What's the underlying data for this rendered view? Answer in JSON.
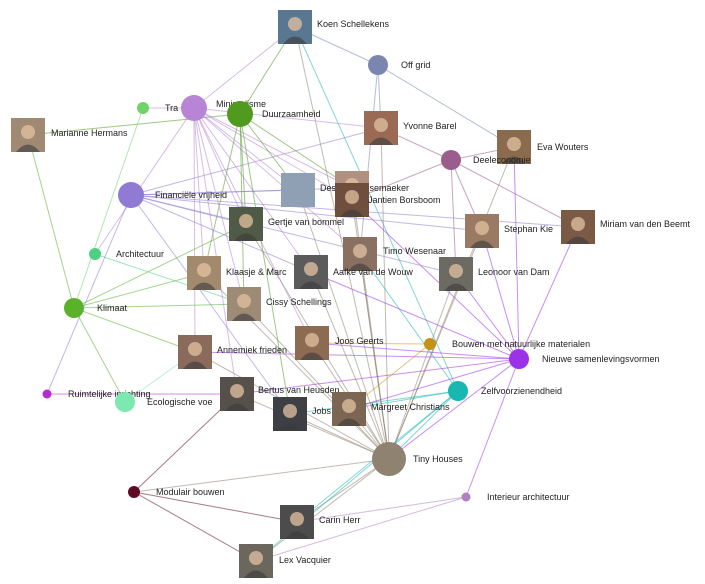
{
  "graph": {
    "topics": [
      {
        "id": "off-grid",
        "label": "Off grid",
        "color": "#7a86b0",
        "size": "medium"
      },
      {
        "id": "minimalisme",
        "label": "Minimalisme",
        "color": "#b784d6",
        "size": "large"
      },
      {
        "id": "tra",
        "label": "Tra",
        "color": "#6fd36a",
        "size": "small"
      },
      {
        "id": "duurzaamheid",
        "label": "Duurzaamheid",
        "color": "#4f9a1f",
        "size": "large"
      },
      {
        "id": "deeleconomie",
        "label": "Deeleconomie",
        "color": "#9a5d8c",
        "size": "medium"
      },
      {
        "id": "financiele-vrijheid",
        "label": "Financiële vrijheid",
        "color": "#8f7ad4",
        "size": "large"
      },
      {
        "id": "architectuur",
        "label": "Architectuur",
        "color": "#4fcf83",
        "size": "small"
      },
      {
        "id": "klimaat",
        "label": "Klimaat",
        "color": "#5ab22a",
        "size": "medium"
      },
      {
        "id": "bouwen-natuurlijk",
        "label": "Bouwen met natuurlijke materialen",
        "color": "#c4911a",
        "size": "small"
      },
      {
        "id": "nieuwe-samenleving",
        "label": "Nieuwe samenlevingsvormen",
        "color": "#9b32e8",
        "size": "medium"
      },
      {
        "id": "zelfvoorzienend",
        "label": "Zelfvoorzienendheid",
        "color": "#19b7b0",
        "size": "medium"
      },
      {
        "id": "ruimtelijke",
        "label": "Ruimtelijke inrichting",
        "color": "#b42ccf",
        "size": "tiny"
      },
      {
        "id": "ecologische",
        "label": "Ecologische voe",
        "color": "#7de8b0",
        "size": "medium"
      },
      {
        "id": "tiny-houses",
        "label": "Tiny Houses",
        "color": "#8f8270",
        "size": "xlarge"
      },
      {
        "id": "modulair",
        "label": "Modulair bouwen",
        "color": "#5e0c25",
        "size": "small"
      },
      {
        "id": "interieur",
        "label": "Interieur architectuur",
        "color": "#b27ec4",
        "size": "tiny"
      }
    ],
    "people": [
      {
        "id": "koen",
        "label": "Koen Schellekens",
        "photo": "#5a7792"
      },
      {
        "id": "yvonne",
        "label": "Yvonne Barel",
        "photo": "#9a6a55"
      },
      {
        "id": "eva",
        "label": "Eva Wouters",
        "photo": "#8a6b4e"
      },
      {
        "id": "marianne",
        "label": "Marianne Hermans",
        "photo": "#a08a74"
      },
      {
        "id": "desiree",
        "label": "Desirée Kousemaeker",
        "photo": "#b09080"
      },
      {
        "id": "jantien",
        "label": "Jantien Borsboom",
        "photo": "#6e4f3e"
      },
      {
        "id": "gertie",
        "label": "Gertje van bommel",
        "photo": "#4f5b46"
      },
      {
        "id": "stephan",
        "label": "Stephan Kie",
        "photo": "#9a7a62"
      },
      {
        "id": "miriam",
        "label": "Miriam van den Beemt",
        "photo": "#7a5a45"
      },
      {
        "id": "timo",
        "label": "Timo Wesenaar",
        "photo": "#8a7060"
      },
      {
        "id": "klaasje",
        "label": "Klaasje & Marc",
        "photo": "#a28a6e"
      },
      {
        "id": "aafke",
        "label": "Aafke van de Wouw",
        "photo": "#5b5b5b"
      },
      {
        "id": "leonoor",
        "label": "Leonoor van Dam",
        "photo": "#6d6a63"
      },
      {
        "id": "cissy",
        "label": "Cissy Schellings",
        "photo": "#9d8b75"
      },
      {
        "id": "joos",
        "label": "Joos Geerts",
        "photo": "#8d6a52"
      },
      {
        "id": "annemiek",
        "label": "Annemiek frieden",
        "photo": "#8a6a5a"
      },
      {
        "id": "bertus",
        "label": "Bertus van Heusden",
        "photo": "#55504a"
      },
      {
        "id": "jobs",
        "label": "Jobs",
        "photo": "#3d3f44"
      },
      {
        "id": "margreet",
        "label": "Margreet Christians",
        "photo": "#7a6652"
      },
      {
        "id": "carin",
        "label": "Carin Herr",
        "photo": "#4c4c4c"
      },
      {
        "id": "lex",
        "label": "Lex Vacquier",
        "photo": "#6b665e"
      },
      {
        "id": "sketch",
        "label": "",
        "photo": "#8fa0b5"
      }
    ],
    "edges": [
      [
        "koen",
        "off-grid"
      ],
      [
        "koen",
        "minimalisme"
      ],
      [
        "koen",
        "duurzaamheid"
      ],
      [
        "koen",
        "tiny-houses"
      ],
      [
        "koen",
        "zelfvoorzienend"
      ],
      [
        "yvonne",
        "off-grid"
      ],
      [
        "yvonne",
        "minimalisme"
      ],
      [
        "yvonne",
        "tiny-houses"
      ],
      [
        "yvonne",
        "financiele-vrijheid"
      ],
      [
        "yvonne",
        "deeleconomie"
      ],
      [
        "eva",
        "off-grid"
      ],
      [
        "eva",
        "nieuwe-samenleving"
      ],
      [
        "eva",
        "tiny-houses"
      ],
      [
        "eva",
        "deeleconomie"
      ],
      [
        "marianne",
        "klimaat"
      ],
      [
        "marianne",
        "duurzaamheid"
      ],
      [
        "desiree",
        "minimalisme"
      ],
      [
        "desiree",
        "financiele-vrijheid"
      ],
      [
        "desiree",
        "tiny-houses"
      ],
      [
        "desiree",
        "duurzaamheid"
      ],
      [
        "jantien",
        "minimalisme"
      ],
      [
        "jantien",
        "deeleconomie"
      ],
      [
        "jantien",
        "tiny-houses"
      ],
      [
        "jantien",
        "nieuwe-samenleving"
      ],
      [
        "gertie",
        "financiele-vrijheid"
      ],
      [
        "gertie",
        "duurzaamheid"
      ],
      [
        "gertie",
        "minimalisme"
      ],
      [
        "gertie",
        "tiny-houses"
      ],
      [
        "gertie",
        "klimaat"
      ],
      [
        "stephan",
        "deeleconomie"
      ],
      [
        "stephan",
        "nieuwe-samenleving"
      ],
      [
        "stephan",
        "financiele-vrijheid"
      ],
      [
        "stephan",
        "tiny-houses"
      ],
      [
        "miriam",
        "nieuwe-samenleving"
      ],
      [
        "miriam",
        "deeleconomie"
      ],
      [
        "miriam",
        "financiele-vrijheid"
      ],
      [
        "timo",
        "minimalisme"
      ],
      [
        "timo",
        "off-grid"
      ],
      [
        "timo",
        "zelfvoorzienend"
      ],
      [
        "timo",
        "tiny-houses"
      ],
      [
        "klaasje",
        "minimalisme"
      ],
      [
        "klaasje",
        "duurzaamheid"
      ],
      [
        "klaasje",
        "tiny-houses"
      ],
      [
        "klaasje",
        "klimaat"
      ],
      [
        "aafke",
        "financiele-vrijheid"
      ],
      [
        "aafke",
        "nieuwe-samenleving"
      ],
      [
        "aafke",
        "tiny-houses"
      ],
      [
        "aafke",
        "minimalisme"
      ],
      [
        "leonoor",
        "deeleconomie"
      ],
      [
        "leonoor",
        "nieuwe-samenleving"
      ],
      [
        "leonoor",
        "tiny-houses"
      ],
      [
        "leonoor",
        "financiele-vrijheid"
      ],
      [
        "cissy",
        "minimalisme"
      ],
      [
        "cissy",
        "duurzaamheid"
      ],
      [
        "cissy",
        "tiny-houses"
      ],
      [
        "cissy",
        "klimaat"
      ],
      [
        "cissy",
        "architectuur"
      ],
      [
        "joos",
        "nieuwe-samenleving"
      ],
      [
        "joos",
        "bouwen-natuurlijk"
      ],
      [
        "joos",
        "tiny-houses"
      ],
      [
        "joos",
        "minimalisme"
      ],
      [
        "annemiek",
        "klimaat"
      ],
      [
        "annemiek",
        "minimalisme"
      ],
      [
        "annemiek",
        "nieuwe-samenleving"
      ],
      [
        "annemiek",
        "tiny-houses"
      ],
      [
        "annemiek",
        "ecologische"
      ],
      [
        "bertus",
        "ruimtelijke"
      ],
      [
        "bertus",
        "modulair"
      ],
      [
        "bertus",
        "tiny-houses"
      ],
      [
        "bertus",
        "minimalisme"
      ],
      [
        "bertus",
        "nieuwe-samenleving"
      ],
      [
        "jobs",
        "zelfvoorzienend"
      ],
      [
        "jobs",
        "tiny-houses"
      ],
      [
        "jobs",
        "duurzaamheid"
      ],
      [
        "jobs",
        "financiele-vrijheid"
      ],
      [
        "margreet",
        "zelfvoorzienend"
      ],
      [
        "margreet",
        "nieuwe-samenleving"
      ],
      [
        "margreet",
        "tiny-houses"
      ],
      [
        "margreet",
        "bouwen-natuurlijk"
      ],
      [
        "carin",
        "modulair"
      ],
      [
        "carin",
        "tiny-houses"
      ],
      [
        "carin",
        "interieur"
      ],
      [
        "carin",
        "zelfvoorzienend"
      ],
      [
        "lex",
        "modulair"
      ],
      [
        "lex",
        "tiny-houses"
      ],
      [
        "lex",
        "interieur"
      ],
      [
        "lex",
        "zelfvoorzienend"
      ],
      [
        "sketch",
        "minimalisme"
      ],
      [
        "sketch",
        "tiny-houses"
      ],
      [
        "sketch",
        "duurzaamheid"
      ],
      [
        "sketch",
        "financiele-vrijheid"
      ],
      [
        "tra",
        "klimaat"
      ],
      [
        "tra",
        "minimalisme"
      ],
      [
        "architectuur",
        "minimalisme"
      ],
      [
        "ecologische",
        "klimaat"
      ],
      [
        "ruimtelijke",
        "financiele-vrijheid"
      ],
      [
        "tiny-houses",
        "nieuwe-samenleving"
      ],
      [
        "tiny-houses",
        "zelfvoorzienend"
      ],
      [
        "tiny-houses",
        "modulair"
      ],
      [
        "interieur",
        "nieuwe-samenleving"
      ]
    ]
  }
}
